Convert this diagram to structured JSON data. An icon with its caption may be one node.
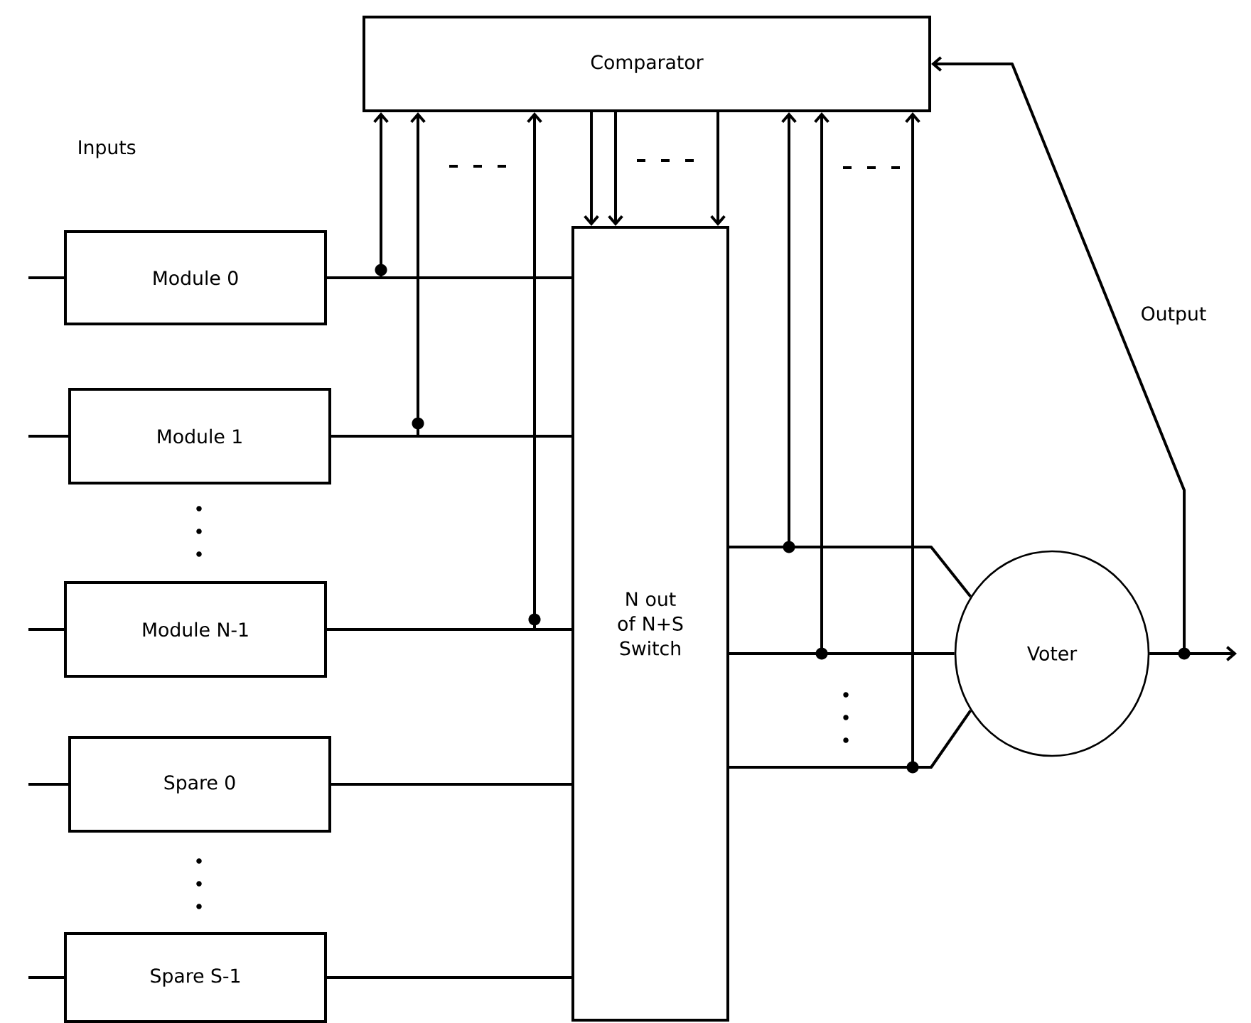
{
  "diagram": {
    "nodes": [
      {
        "text": [
          "Comparator"
        ]
      },
      {
        "text": [
          "Module 0"
        ]
      },
      {
        "text": [
          "Module 1"
        ]
      },
      {
        "text": [
          "Module N-1"
        ]
      },
      {
        "text": [
          "Spare 0"
        ]
      },
      {
        "text": [
          "Spare S-1"
        ]
      },
      {
        "text": [
          "N out of N+S Switch"
        ]
      },
      {
        "text": [
          "Voter"
        ]
      }
    ],
    "edges": [
      {
        "from": null,
        "to": 1,
        "arrow": "none"
      },
      {
        "from": null,
        "to": 2,
        "arrow": "none"
      },
      {
        "from": null,
        "to": 3,
        "arrow": "none"
      },
      {
        "from": null,
        "to": 4,
        "arrow": "none"
      },
      {
        "from": null,
        "to": 5,
        "arrow": "none"
      },
      {
        "from": 1,
        "to": 6,
        "arrow": "none"
      },
      {
        "from": 2,
        "to": 6,
        "arrow": "none"
      },
      {
        "from": 3,
        "to": 6,
        "arrow": "none"
      },
      {
        "from": 4,
        "to": 6,
        "arrow": "none"
      },
      {
        "from": 5,
        "to": 6,
        "arrow": "none"
      },
      {
        "from": 1,
        "to": 0,
        "arrow": "to"
      },
      {
        "from": 2,
        "to": 0,
        "arrow": "to"
      },
      {
        "from": 3,
        "to": 0,
        "arrow": "to"
      },
      {
        "from": 0,
        "to": 6,
        "arrow": "to"
      },
      {
        "from": 0,
        "to": 6,
        "arrow": "to"
      },
      {
        "from": 0,
        "to": 6,
        "arrow": "to"
      },
      {
        "from": 6,
        "to": 7,
        "arrow": "none"
      },
      {
        "from": 6,
        "to": 7,
        "arrow": "none"
      },
      {
        "from": 6,
        "to": 7,
        "arrow": "none"
      },
      {
        "from": 6,
        "to": 0,
        "arrow": "to"
      },
      {
        "from": 6,
        "to": 0,
        "arrow": "to"
      },
      {
        "from": 6,
        "to": 0,
        "arrow": "to"
      },
      {
        "from": 7,
        "to": null,
        "arrow": "to"
      },
      {
        "from": 7,
        "to": 0,
        "arrow": "to"
      }
    ],
    "labels": [
      "Inputs",
      "Output"
    ]
  }
}
